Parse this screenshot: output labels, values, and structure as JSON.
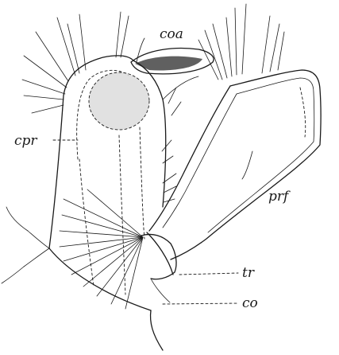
{
  "figure": {
    "labels": {
      "coa": "coa",
      "cpr": "cpr",
      "prf": "prf",
      "tr": "tr",
      "co": "co"
    }
  }
}
